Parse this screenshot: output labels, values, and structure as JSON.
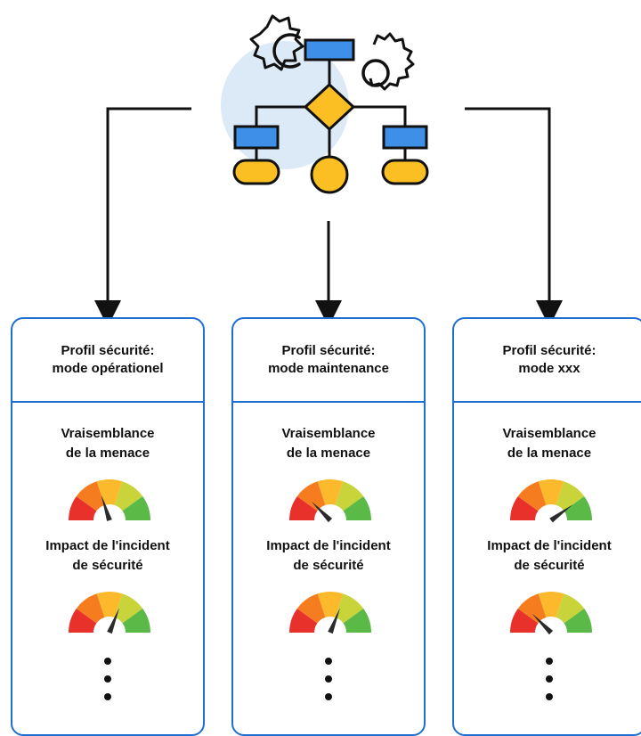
{
  "profiles": [
    {
      "title": "Profil sécurité:",
      "mode": "mode opérationel",
      "likelihood_label_1": "Vraisemblance",
      "likelihood_label_2": "de la menace",
      "likelihood_level": 0.4,
      "impact_label_1": "Impact de l'incident",
      "impact_label_2": "de sécurité",
      "impact_level": 0.62
    },
    {
      "title": "Profil sécurité:",
      "mode": "mode maintenance",
      "likelihood_label_1": "Vraisemblance",
      "likelihood_label_2": "de la menace",
      "likelihood_level": 0.25,
      "impact_label_1": "Impact de l'incident",
      "impact_label_2": "de sécurité",
      "impact_level": 0.62
    },
    {
      "title": "Profil sécurité:",
      "mode": "mode xxx",
      "likelihood_label_1": "Vraisemblance",
      "likelihood_label_2": "de la menace",
      "likelihood_level": 0.8,
      "impact_label_1": "Impact de l'incident",
      "impact_label_2": "de sécurité",
      "impact_level": 0.25
    }
  ],
  "gauge_colors": [
    "#e8312b",
    "#f57c1f",
    "#fbb92b",
    "#c8d43a",
    "#5bb947"
  ],
  "colors": {
    "card_border": "#1f6fd1",
    "flow_box": "#3d8fe8",
    "flow_shape": "#fbbf24",
    "icon_bg": "#dce9f7"
  },
  "icon": "process-flowchart-with-gears-icon"
}
